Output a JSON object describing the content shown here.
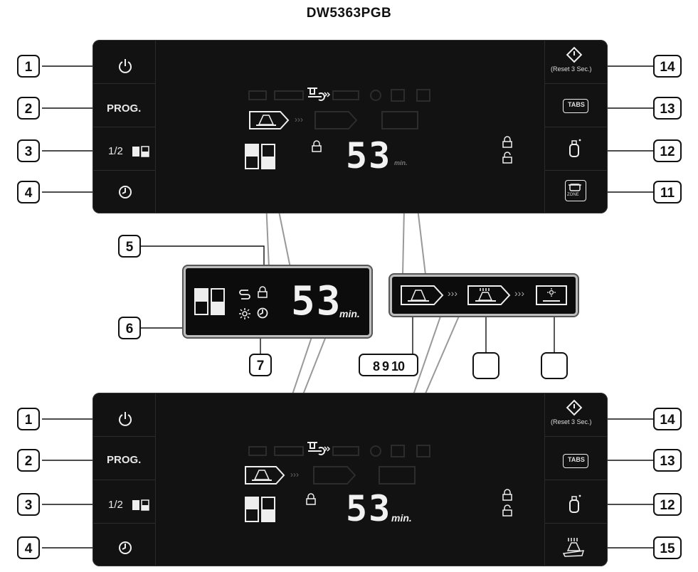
{
  "title": "DW5363PGB",
  "panel": {
    "prog_label": "PROG.",
    "half_label": "1/2",
    "reset_label": "(Reset 3 Sec.)",
    "tabs_label": "TABS",
    "zone_label": "ZONE",
    "time_value": "53",
    "time_unit": "min."
  },
  "zoom_left": {
    "time_value": "53",
    "time_unit": "min."
  },
  "callouts": {
    "c1": "1",
    "c2": "2",
    "c3": "3",
    "c4": "4",
    "c5": "5",
    "c6": "6",
    "c7": "7",
    "c8_10": "8 9 10",
    "c11": "11",
    "c12": "12",
    "c13": "13",
    "c14": "14",
    "c15": "15"
  },
  "colors": {
    "panel_bg": "#121212",
    "display_text": "#f2f2f2",
    "outline": "#111111"
  }
}
